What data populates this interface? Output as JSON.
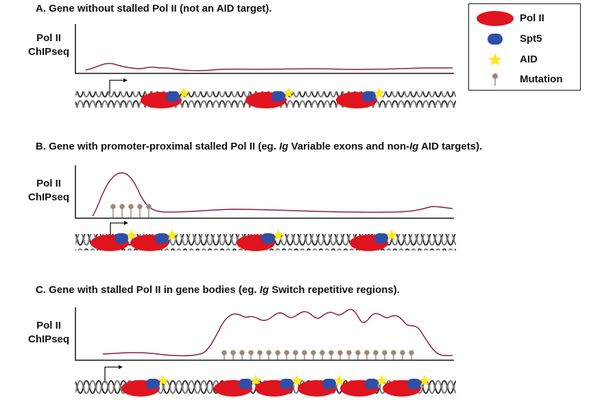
{
  "panels": [
    {
      "title_prefix": "A. Gene without stalled Pol II (not an AID target).",
      "title_italic_1": "",
      "title_mid": "",
      "title_italic_2": "",
      "title_suffix": "",
      "ylabel_line1": "Pol II",
      "ylabel_line2": "ChIPseq"
    },
    {
      "title_prefix": "B. Gene with promoter-proximal stalled Pol II (eg. ",
      "title_italic_1": "Ig",
      "title_mid": " Variable exons and non-",
      "title_italic_2": "Ig",
      "title_suffix": " AID targets).",
      "ylabel_line1": "Pol II",
      "ylabel_line2": "ChIPseq"
    },
    {
      "title_prefix": "C. Gene with stalled Pol II in gene bodies (eg. ",
      "title_italic_1": "Ig",
      "title_mid": "",
      "title_italic_2": "",
      "title_suffix": " Switch repetitive regions).",
      "ylabel_line1": "Pol II",
      "ylabel_line2": "ChIPseq"
    }
  ],
  "legend": {
    "items": [
      {
        "label": "Pol II"
      },
      {
        "label": "Spt5"
      },
      {
        "label": "AID"
      },
      {
        "label": "Mutation"
      }
    ]
  },
  "colors": {
    "pol2": "#e0141e",
    "spt5": "#2f4fa8",
    "aid": "#ffe81a",
    "mutation": "#a08878",
    "chip_trace": "#8a1a4a",
    "axis": "#111111"
  }
}
